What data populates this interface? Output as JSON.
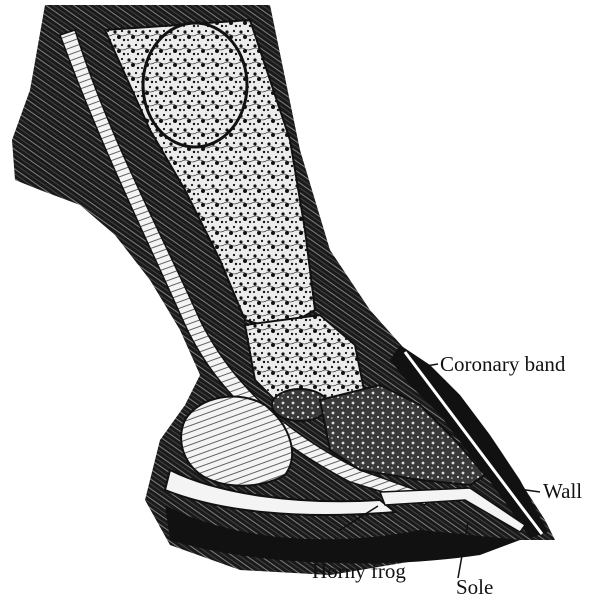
{
  "labels": {
    "coronary_band": "Coronary band",
    "wall": "Wall",
    "horny_frog": "Horny frog",
    "sole": "Sole"
  },
  "colors": {
    "ink": "#111111",
    "paper": "#ffffff",
    "bone_light": "#f2f2f2"
  }
}
